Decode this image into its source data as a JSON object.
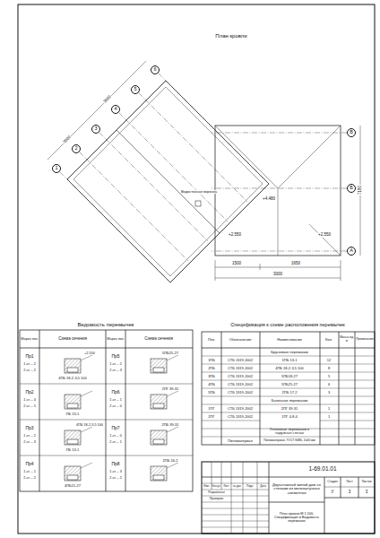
{
  "diagram": {
    "nodes": [
      {
        "text": [
          "1"
        ]
      },
      {
        "text": [
          "2"
        ]
      },
      {
        "text": [
          "3"
        ]
      },
      {
        "text": [
          "4"
        ]
      },
      {
        "text": [
          "5"
        ]
      },
      {
        "text": [
          "6"
        ]
      },
      {
        "text": [
          "А"
        ]
      },
      {
        "text": [
          "Б"
        ]
      },
      {
        "text": [
          "В"
        ]
      }
    ],
    "labels": [
      "План кровли",
      "+4.480",
      "+2.550",
      "+2.550",
      "Водосточная воронка",
      "1500",
      "1650",
      "3000",
      "7180",
      "3000",
      "3000",
      "Ведомость перемычек",
      "Марка поз.",
      "Схема сечения",
      "Марка поз.",
      "Схема сечения",
      "Пр1",
      "1 эт. – 2",
      "2 эт. – 2",
      "4ПБ 18-2-3,5 100",
      "+2.550",
      "Пр5",
      "1 эт. – 2",
      "2 эт. – 3",
      "5ПБ25-27",
      "Пр2",
      "1 эт. – 4",
      "2 эт. – 5",
      "ПБ 13-1",
      "Пр6",
      "1 эт. – 1",
      "2 эт. – 0",
      "2ПГ 39-31",
      "Пр3",
      "1 эт. – 2",
      "2 эт. – 3",
      "4ПБ 18-2-3,5 100",
      "ПБ 13-1",
      "Пр7",
      "1 эт. – 0",
      "2 эт. – 1",
      "2ПБ 39-31",
      "Пр4",
      "1 эт. – 1",
      "2 эт. – 2",
      "4ПБ21-27",
      "Пр8",
      "1 эт. – 3",
      "2 эт. – 2",
      "2ПБ 16-2",
      "Спецификация к схеме расположения перемычек",
      "Поз.",
      "Обозначение",
      "Наименование",
      "Кол.",
      "Масса ед. кг",
      "Примечание",
      "Брусковые перемычки",
      "1ПБ",
      "СТБ 1319-2002",
      "1ПБ 13-1",
      "12",
      "2ПБ",
      "СТБ 1319-2002",
      "4ПБ 18-2-3,5 100",
      "8",
      "3ПБ",
      "СТБ 1319-2002",
      "5ПБ18-27",
      "5",
      "4ПБ",
      "СТБ 1319-2002",
      "5ПБ25-27",
      "6",
      "5ПБ",
      "СТБ 1319-2002",
      "2ПБ 17-2",
      "3",
      "Балочные перемычки",
      "1ПГ",
      "СТБ 1319-2002",
      "2ПГ 39-31",
      "1",
      "2ПГ",
      "СТБ 1319-2002",
      "1ПГ 4.8-4",
      "1",
      "Уголковые перемычки в наружных стенах",
      "Пиломатериал",
      "Пиломатериал, ГОСТ 8486, 2х40 мм",
      "1-69.01.01",
      "Изм.",
      "Кол.уч.",
      "Лист",
      "№ док.",
      "Подп.",
      "Дата",
      "Разработал",
      "Проверил",
      "Двухэтажный жилой дом со стенами из мелкоштучных элементов",
      "Стадия",
      "Лист",
      "Листов",
      "У",
      "3",
      "3",
      "План кровли М 1:100, Спецификация и Ведомость перемычек"
    ]
  }
}
